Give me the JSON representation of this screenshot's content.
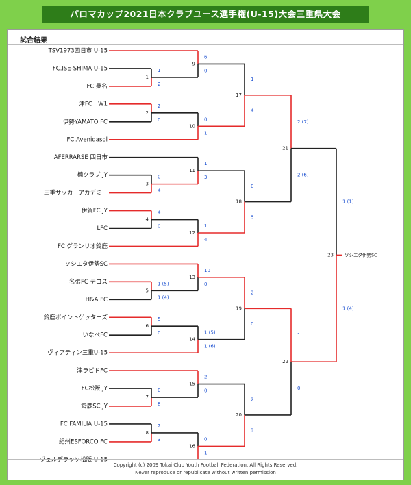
{
  "title": "パロマカップ2021日本クラブユース選手権(U-15)大会三重県大会",
  "section_label": "試合結果",
  "copyright": "Copyright (c) 2009 Tokai Club Youth Football Federation. All Rights Reserved.",
  "copyright_note": "Never reproduce or republicate without written permission",
  "colors": {
    "win": "#e52b2b",
    "loss": "#222222",
    "score": "#1a4fd0",
    "header_bg": "#2e7d19",
    "page_bg": "#7fd04b"
  },
  "champion": "ソシエタ伊勢SC",
  "teams": [
    "TSV1973四日市 U-15",
    "FC.ISE-SHIMA U-15",
    "FC 桑名",
    "津FC　W1",
    "伊勢YAMATO FC",
    "FC.Avenidasol",
    "AFERRARSE 四日市",
    "楠クラブ JY",
    "三重サッカーアカデミー",
    "伊賀FC JY",
    "LFC",
    "FC グランリオ鈴鹿",
    "ソシエタ伊勢SC",
    "名張FC テコス",
    "H&A FC",
    "鈴鹿ポイントゲッターズ",
    "いなべFC",
    "ヴィアティン三重U-15",
    "津ラピドFC",
    "FC松阪 JY",
    "鈴鹿SC JY",
    "FC FAMILIA U-15",
    "紀州ESFORCO FC",
    "ヴェルデラッソ松阪 U-15"
  ],
  "matches": [
    {
      "id": "1",
      "top": "1",
      "bottom": "2",
      "winner": "bottom"
    },
    {
      "id": "2",
      "top": "2",
      "bottom": "0",
      "winner": "top"
    },
    {
      "id": "3",
      "top": "0",
      "bottom": "4",
      "winner": "bottom"
    },
    {
      "id": "4",
      "top": "4",
      "bottom": "0",
      "winner": "top"
    },
    {
      "id": "5",
      "top": "1 (5)",
      "bottom": "1 (4)",
      "winner": "top"
    },
    {
      "id": "6",
      "top": "5",
      "bottom": "0",
      "winner": "top"
    },
    {
      "id": "7",
      "top": "0",
      "bottom": "8",
      "winner": "bottom"
    },
    {
      "id": "8",
      "top": "2",
      "bottom": "3",
      "winner": "bottom"
    },
    {
      "id": "9",
      "top": "6",
      "bottom": "0",
      "winner": "top"
    },
    {
      "id": "10",
      "top": "0",
      "bottom": "1",
      "winner": "bottom"
    },
    {
      "id": "11",
      "top": "1",
      "bottom": "3",
      "winner": "bottom"
    },
    {
      "id": "12",
      "top": "1",
      "bottom": "4",
      "winner": "bottom"
    },
    {
      "id": "13",
      "top": "10",
      "bottom": "0",
      "winner": "top"
    },
    {
      "id": "14",
      "top": "1 (5)",
      "bottom": "1 (6)",
      "winner": "bottom"
    },
    {
      "id": "15",
      "top": "2",
      "bottom": "0",
      "winner": "top"
    },
    {
      "id": "16",
      "top": "0",
      "bottom": "1",
      "winner": "bottom"
    },
    {
      "id": "17",
      "top": "1",
      "bottom": "4",
      "winner": "bottom"
    },
    {
      "id": "18",
      "top": "0",
      "bottom": "5",
      "winner": "bottom"
    },
    {
      "id": "19",
      "top": "2",
      "bottom": "0",
      "winner": "top"
    },
    {
      "id": "20",
      "top": "2",
      "bottom": "3",
      "winner": "bottom"
    },
    {
      "id": "21",
      "top": "2 (7)",
      "bottom": "2 (6)",
      "winner": "top"
    },
    {
      "id": "22",
      "top": "1",
      "bottom": "0",
      "winner": "top"
    },
    {
      "id": "23",
      "top": "1 (1)",
      "bottom": "1 (4)",
      "winner": "bottom"
    }
  ]
}
